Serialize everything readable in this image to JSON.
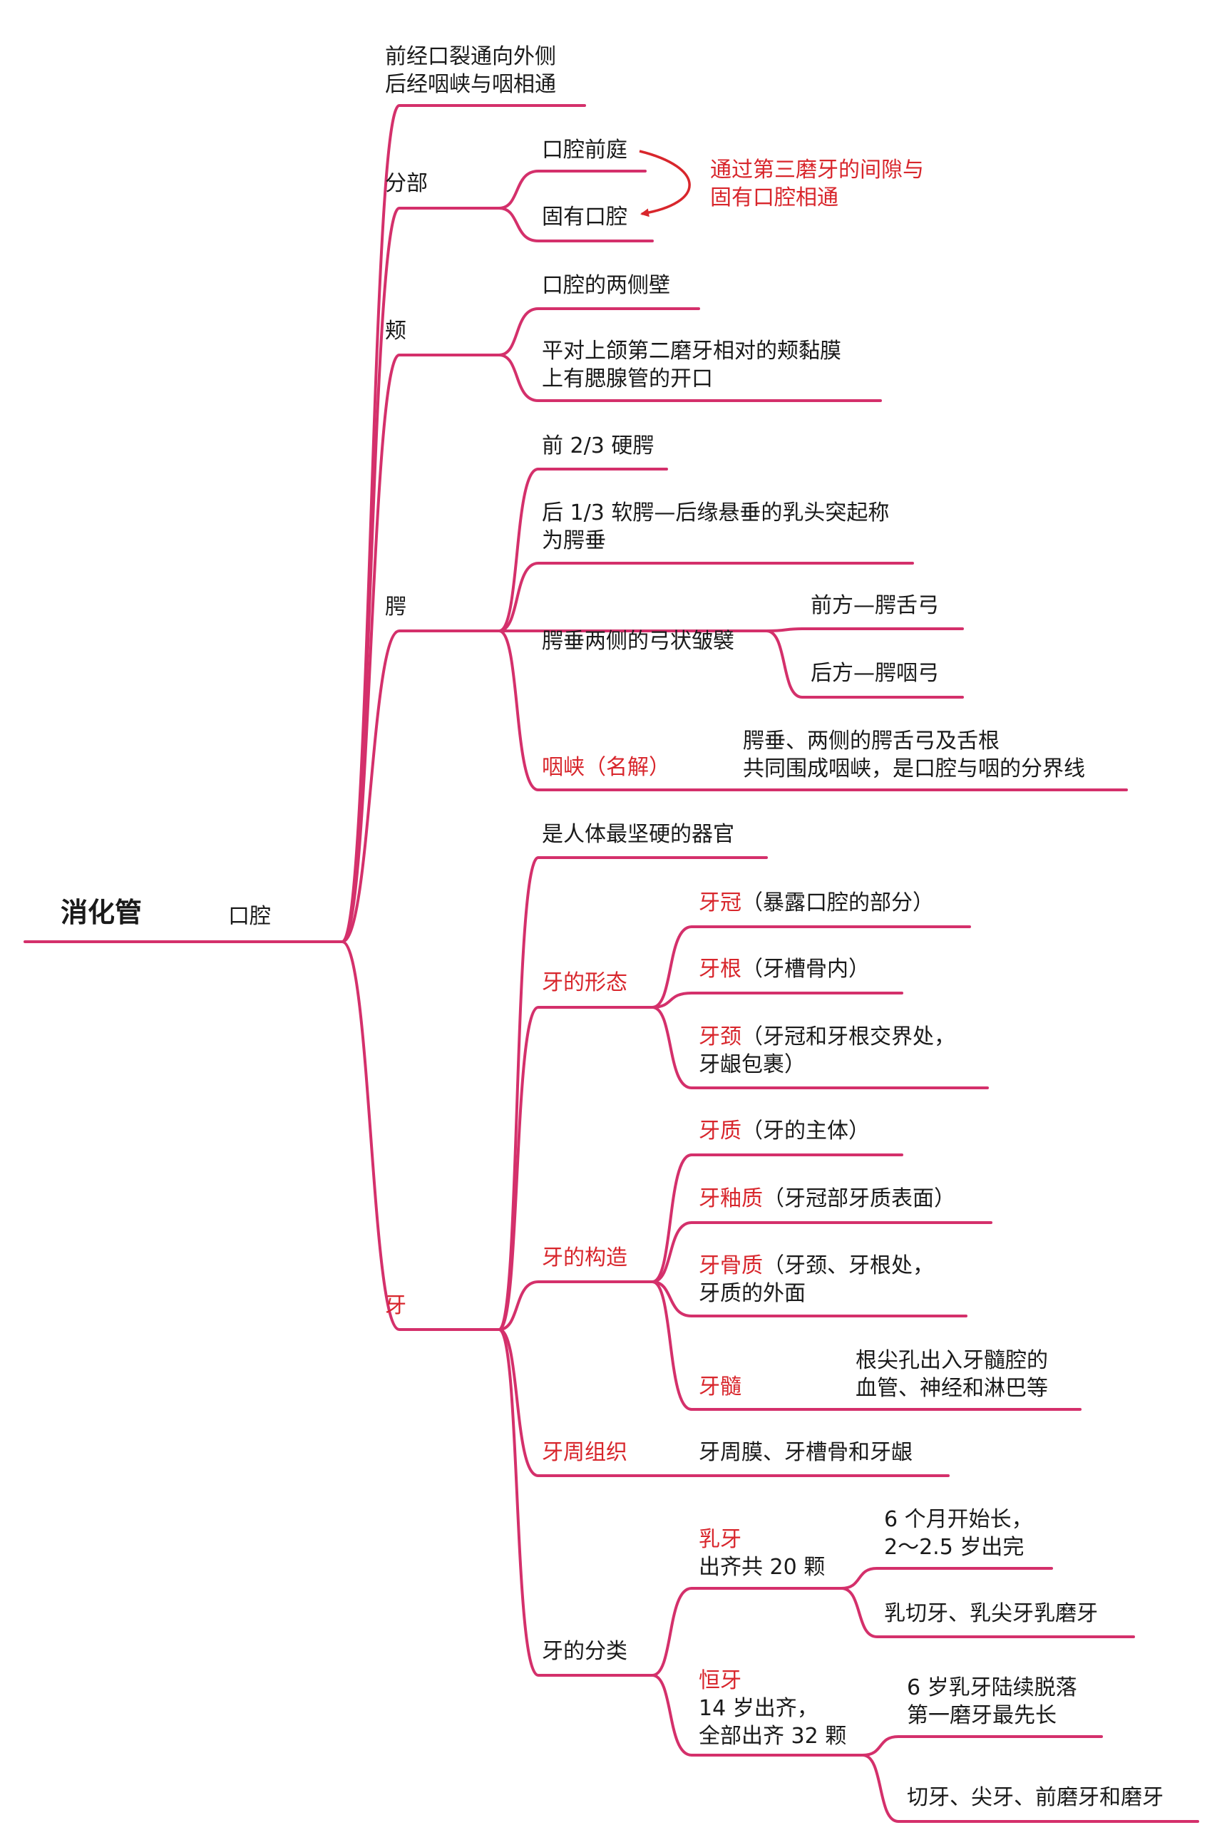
{
  "root": {
    "label": "消化管"
  },
  "oral": {
    "label": "口腔"
  },
  "opening": {
    "lines": [
      "前经口裂通向外侧",
      "后经咽峡与咽相通"
    ]
  },
  "parts": {
    "label": "分部",
    "vestibule": "口腔前庭",
    "proper": "固有口腔",
    "connection_note": [
      "通过第三磨牙的间隙与",
      "固有口腔相通"
    ]
  },
  "cheek": {
    "label": "颊",
    "wall": "口腔的两侧壁",
    "duct": [
      "平对上颌第二磨牙相对的颊黏膜",
      "上有腮腺管的开口"
    ]
  },
  "palate": {
    "label": "腭",
    "hard": "前 2/3 硬腭",
    "soft": [
      "后 1/3 软腭—后缘悬垂的乳头突起称",
      "为腭垂"
    ],
    "arches": {
      "label": "腭垂两侧的弓状皱襞",
      "front": "前方—腭舌弓",
      "back": "后方—腭咽弓"
    },
    "isthmus": {
      "label": "咽峡（名解）",
      "def": [
        "腭垂、两侧的腭舌弓及舌根",
        "共同围成咽峡，是口腔与咽的分界线"
      ]
    }
  },
  "teeth": {
    "label": "牙",
    "hardest": "是人体最坚硬的器官",
    "form": {
      "label": "牙的形态",
      "crown": {
        "term": "牙冠",
        "desc": "（暴露口腔的部分）"
      },
      "root": {
        "term": "牙根",
        "desc": "（牙槽骨内）"
      },
      "neck": {
        "term": "牙颈",
        "desc": "（牙冠和牙根交界处，",
        "line2": "牙龈包裹）"
      }
    },
    "structure": {
      "label": "牙的构造",
      "dentin": {
        "term": "牙质",
        "desc": "（牙的主体）"
      },
      "enamel": {
        "term": "牙釉质",
        "desc": "（牙冠部牙质表面）"
      },
      "cementum": {
        "term": "牙骨质",
        "desc": "（牙颈、牙根处，",
        "line2": "牙质的外面"
      },
      "pulp": {
        "term": "牙髓",
        "desc": [
          "根尖孔出入牙髓腔的",
          "血管、神经和淋巴等"
        ]
      }
    },
    "periodontal": {
      "label": "牙周组织",
      "desc": "牙周膜、牙槽骨和牙龈"
    },
    "types": {
      "label": "牙的分类",
      "deciduous": {
        "term": "乳牙",
        "count": "出齐共 20 颗",
        "timing": [
          "6 个月开始长，",
          "2～2.5 岁出完"
        ],
        "kinds": "乳切牙、乳尖牙乳磨牙"
      },
      "permanent": {
        "term": "恒牙",
        "count": [
          "14 岁出齐，",
          "全部出齐 32 颗"
        ],
        "timing": [
          "6 岁乳牙陆续脱落",
          "第一磨牙最先长"
        ],
        "kinds": "切牙、尖牙、前磨牙和磨牙"
      }
    }
  },
  "colors": {
    "branch": "#d4306b",
    "arrow": "#d8262c",
    "highlight": "#d8262c",
    "text": "#1a1a1a"
  }
}
